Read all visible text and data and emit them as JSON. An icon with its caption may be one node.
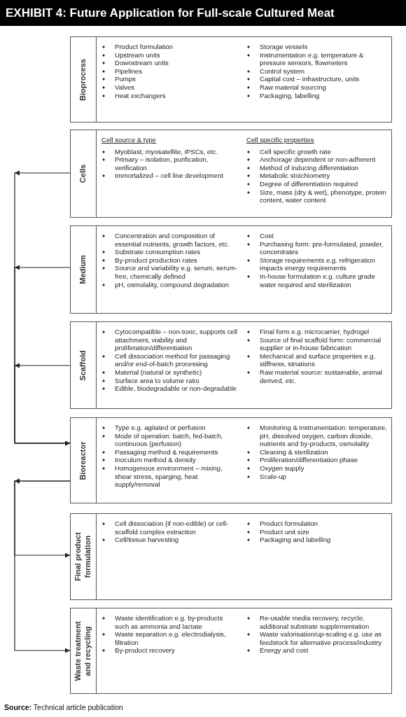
{
  "diagram": {
    "title": "EXHIBIT 4: Future Application for Full-scale Cultured Meat",
    "nodes": [
      {
        "text": [
          "Bioprocess",
          "Product formulation",
          "Upstream units",
          "Downstream units",
          "Pipelines",
          "Pumps",
          "Valves",
          "Heat exchangers",
          "Storage vessels",
          "Instrumentation e.g. temperature & pressure sensors, flowmeters",
          "Control system",
          "Capital cost – infrastructure, units",
          "Raw material sourcing",
          "Packaging, labelling"
        ]
      },
      {
        "text": [
          "Cells",
          "Cell source & type",
          "Myoblast, myosatellite, iPSCs, etc.",
          "Primary – isolation, purification, verification",
          "Immortalized – cell line development",
          "Cell specific properties",
          "Cell specific growth rate",
          "Anchorage dependent or non-adherent",
          "Method of inducing differentiation",
          "Metabolic stoichiometry",
          "Degree of differentiation required",
          "Size, mass (dry & wet), phenotype, protein content, water content"
        ]
      },
      {
        "text": [
          "Medium",
          "Concentration and composition of essential nutrients, growth factors, etc.",
          "Substrate consumption rates",
          "By-product production rates",
          "Source and variability e.g. serum, serum-free, chemically defined",
          "pH, osmolality, compound degradation",
          "Cost",
          "Purchasing form: pre-formulated, powder, concentrates",
          "Storage requirements e.g. refrigeration impacts energy requirements",
          "In-house formulation e.g. culture grade water required and sterilization"
        ]
      },
      {
        "text": [
          "Scaffold",
          "Cytocompatible – non-toxic, supports cell attachment, viability and proliferation/differentiation",
          "Cell dissociation method for passaging and/or end-of-batch processing",
          "Material (natural or synthetic)",
          "Surface area to volume ratio",
          "Edible, biodegradable or non-degradable",
          "Final form e.g. microcarrier, hydrogel",
          "Source of final scaffold form: commercial supplier or in-house fabrication",
          "Mechanical and surface properties e.g. stiffness, striations",
          "Raw material source: sustainable, animal derived, etc."
        ]
      },
      {
        "text": [
          "Bioreactor",
          "Type e.g. agitated or perfusion",
          "Mode of operation: batch, fed-batch, continuous (perfusion)",
          "Passaging method & requirements",
          "Inoculum method & density",
          "Homogenous environment – mixing, shear stress, sparging, heat supply/removal",
          "Monitoring & instrumentation: temperature, pH, dissolved oxygen, carbon dioxide, nutrients and by-products, osmolality",
          "Cleaning & sterilization",
          "Proliferation/differentiation phase",
          "Oxygen supply",
          "Scale-up"
        ]
      },
      {
        "text": [
          "Final product formulation",
          "Cell dissociation (if non-edible) or cell-scaffold complex extraction",
          "Cell/tissue harvesting",
          "Product formulation",
          "Product unit size",
          "Packaging and labelling"
        ]
      },
      {
        "text": [
          "Waste treatment and recycling",
          "Waste identification e.g. by-products such as ammonia and lactate",
          "Waste separation e.g. electrodialysis, filtration",
          "By-product recovery",
          "Re-usable media recovery, recycle, additional substrate supplementation",
          "Waste valorisation/up-scaling e.g. use as feedstock for alternative process/industry",
          "Energy and cost"
        ]
      }
    ],
    "edges": [
      {
        "from": 1,
        "to": 4,
        "arrow": "to"
      },
      {
        "from": 2,
        "to": 4,
        "arrow": "to"
      },
      {
        "from": 3,
        "to": 4,
        "arrow": "to"
      },
      {
        "from": 4,
        "to": 5,
        "arrow": "to"
      },
      {
        "from": 4,
        "to": 6,
        "arrow": "to"
      }
    ],
    "labels": [
      "**Source:** Technical article publication"
    ]
  }
}
